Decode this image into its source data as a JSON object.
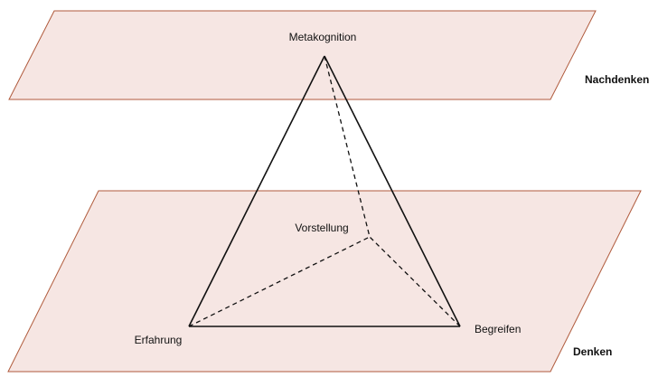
{
  "planes": {
    "upper": {
      "label": "Nachdenken"
    },
    "lower": {
      "label": "Denken"
    }
  },
  "vertices": {
    "apex": "Metakognition",
    "back": "Vorstellung",
    "front_left": "Erfahrung",
    "front_right": "Begreifen"
  },
  "colors": {
    "plane_fill": "#f6e6e3",
    "plane_stroke": "#b05a3c",
    "edge": "#111111"
  }
}
